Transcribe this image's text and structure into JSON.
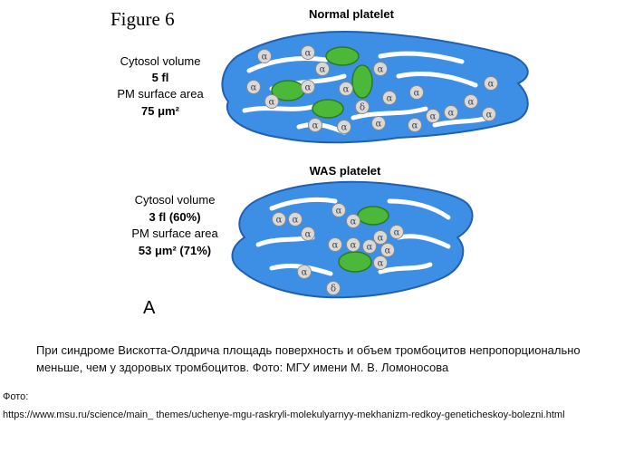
{
  "figure_title": "Figure 6",
  "normal": {
    "title": "Normal platelet",
    "cytosol_label": "Cytosol volume",
    "cytosol_value": "5 fl",
    "pm_label": "PM surface area",
    "pm_value": "75 μm²"
  },
  "was": {
    "title": "WAS platelet",
    "cytosol_label": "Cytosol volume",
    "cytosol_value": "3 fl (60%)",
    "pm_label": "PM surface area",
    "pm_value": "53 μm² (71%)"
  },
  "panel_letter": "A",
  "granule_alpha": "α",
  "granule_delta": "δ",
  "colors": {
    "membrane": "#3d8fe6",
    "membrane_dark": "#2060b0",
    "mitochondria": "#4cb83a",
    "granule": "#d9d9d9"
  },
  "caption": "При синдроме Вискотта-Олдрича площадь поверхность и объем тромбоцитов непропорционально меньше, чем у здоровых тромбоцитов. Фото: МГУ имени М. В. Ломоносова",
  "photo_label": "Фото:",
  "photo_url": "https://www.msu.ru/science/main_ themes/uchenye-mgu-raskryli-molekulyarnyy-mekhanizm-redkoy-geneticheskoy-bolezni.html"
}
